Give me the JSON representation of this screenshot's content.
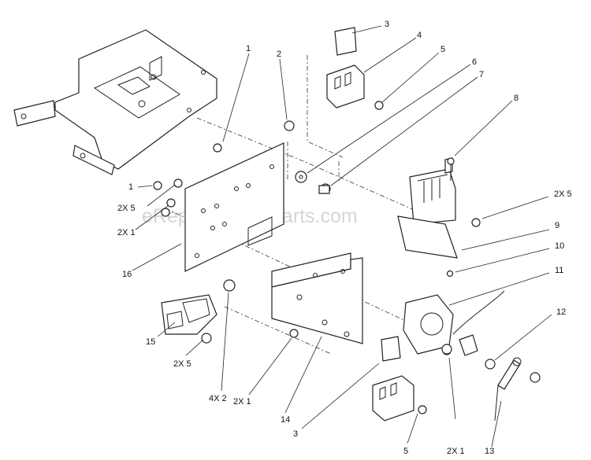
{
  "watermark": "eReplacementParts.com",
  "callouts": {
    "c1_top": "1",
    "c2_top": "2",
    "c3_top": "3",
    "c4": "4",
    "c5_top": "5",
    "c6": "6",
    "c7": "7",
    "c8": "8",
    "c1_left": "1",
    "c2x5_left": "2X 5",
    "c2x1_left": "2X 1",
    "c16": "16",
    "c2x5_right": "2X 5",
    "c9": "9",
    "c10": "10",
    "c11": "11",
    "c12": "12",
    "c15": "15",
    "c2x5_bottom": "2X 5",
    "c4x2": "4X 2",
    "c2x1_mid": "2X 1",
    "c14": "14",
    "c3_bottom": "3",
    "c5_bottom": "5",
    "c2x1_bottom": "2X 1",
    "c13": "13"
  }
}
